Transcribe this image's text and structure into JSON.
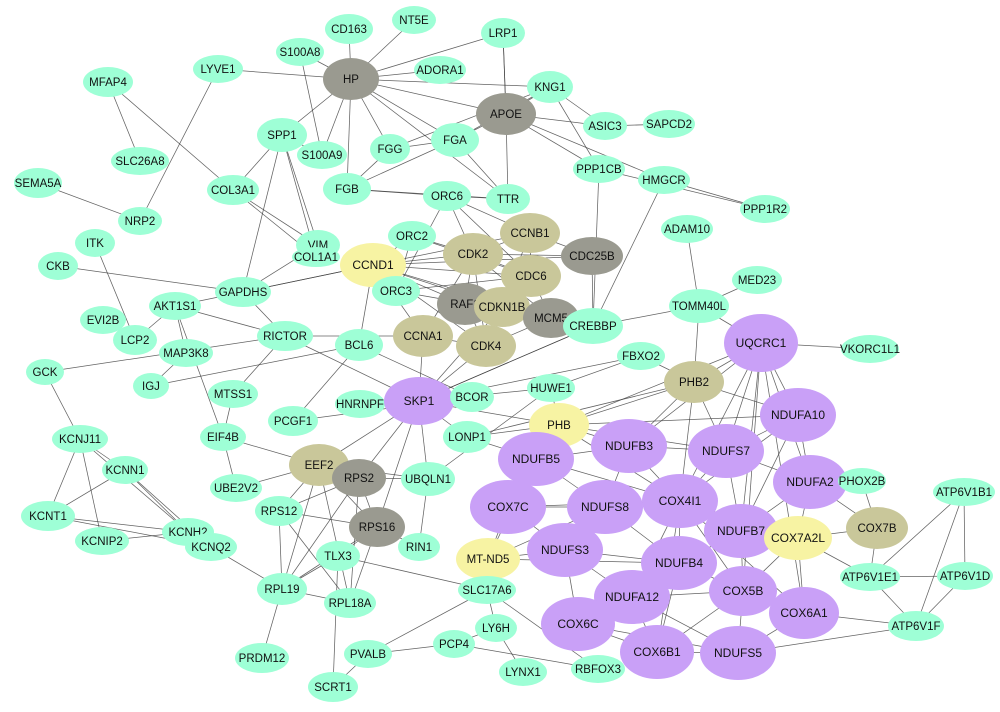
{
  "palette": {
    "cyan": "#9effd6",
    "gray": "#9a9a90",
    "tan": "#c9c79a",
    "yellow": "#f7f3a3",
    "purple": "#c9a0f7"
  },
  "nodes": [
    {
      "id": "CD163",
      "color": "cyan"
    },
    {
      "id": "NT5E",
      "color": "cyan"
    },
    {
      "id": "LRP1",
      "color": "cyan"
    },
    {
      "id": "S100A8",
      "color": "cyan"
    },
    {
      "id": "HP",
      "color": "gray"
    },
    {
      "id": "ADORA1",
      "color": "cyan"
    },
    {
      "id": "MFAP4",
      "color": "cyan"
    },
    {
      "id": "LYVE1",
      "color": "cyan"
    },
    {
      "id": "KNG1",
      "color": "cyan"
    },
    {
      "id": "APOE",
      "color": "gray"
    },
    {
      "id": "ASIC3",
      "color": "cyan"
    },
    {
      "id": "SAPCD2",
      "color": "cyan"
    },
    {
      "id": "SPP1",
      "color": "cyan"
    },
    {
      "id": "S100A9",
      "color": "cyan"
    },
    {
      "id": "FGG",
      "color": "cyan"
    },
    {
      "id": "FGA",
      "color": "cyan"
    },
    {
      "id": "SLC26A8",
      "color": "cyan"
    },
    {
      "id": "PPP1CB",
      "color": "cyan"
    },
    {
      "id": "HMGCR",
      "color": "cyan"
    },
    {
      "id": "SEMA5A",
      "color": "cyan"
    },
    {
      "id": "COL3A1",
      "color": "cyan"
    },
    {
      "id": "FGB",
      "color": "cyan"
    },
    {
      "id": "ORC6",
      "color": "cyan"
    },
    {
      "id": "TTR",
      "color": "cyan"
    },
    {
      "id": "NRP2",
      "color": "cyan"
    },
    {
      "id": "PPP1R2",
      "color": "cyan"
    },
    {
      "id": "CCNB1",
      "color": "tan"
    },
    {
      "id": "ORC2",
      "color": "cyan"
    },
    {
      "id": "ADAM10",
      "color": "cyan"
    },
    {
      "id": "ITK",
      "color": "cyan"
    },
    {
      "id": "VIM",
      "color": "cyan"
    },
    {
      "id": "COL1A1",
      "color": "cyan"
    },
    {
      "id": "CDK2",
      "color": "tan"
    },
    {
      "id": "CDC25B",
      "color": "gray"
    },
    {
      "id": "CKB",
      "color": "cyan"
    },
    {
      "id": "CCND1",
      "color": "yellow"
    },
    {
      "id": "CDC6",
      "color": "tan"
    },
    {
      "id": "MED23",
      "color": "cyan"
    },
    {
      "id": "GAPDHS",
      "color": "cyan"
    },
    {
      "id": "ORC3",
      "color": "cyan"
    },
    {
      "id": "AKT1S1",
      "color": "cyan"
    },
    {
      "id": "RAF1",
      "color": "gray"
    },
    {
      "id": "CDKN1B",
      "color": "tan"
    },
    {
      "id": "TOMM40L",
      "color": "cyan"
    },
    {
      "id": "EVI2B",
      "color": "cyan"
    },
    {
      "id": "MCM5",
      "color": "gray"
    },
    {
      "id": "CREBBP",
      "color": "cyan"
    },
    {
      "id": "LCP2",
      "color": "cyan"
    },
    {
      "id": "RICTOR",
      "color": "cyan"
    },
    {
      "id": "CCNA1",
      "color": "tan"
    },
    {
      "id": "UQCRC1",
      "color": "purple"
    },
    {
      "id": "MAP3K8",
      "color": "cyan"
    },
    {
      "id": "BCL6",
      "color": "cyan"
    },
    {
      "id": "CDK4",
      "color": "tan"
    },
    {
      "id": "VKORC1L1",
      "color": "cyan"
    },
    {
      "id": "FBXO2",
      "color": "cyan"
    },
    {
      "id": "GCK",
      "color": "cyan"
    },
    {
      "id": "IGJ",
      "color": "cyan"
    },
    {
      "id": "HUWE1",
      "color": "cyan"
    },
    {
      "id": "PHB2",
      "color": "tan"
    },
    {
      "id": "MTSS1",
      "color": "cyan"
    },
    {
      "id": "HNRNPF",
      "color": "cyan"
    },
    {
      "id": "SKP1",
      "color": "purple"
    },
    {
      "id": "BCOR",
      "color": "cyan"
    },
    {
      "id": "KCNJ11",
      "color": "cyan"
    },
    {
      "id": "NDUFA10",
      "color": "purple"
    },
    {
      "id": "PCGF1",
      "color": "cyan"
    },
    {
      "id": "PHB",
      "color": "yellow"
    },
    {
      "id": "LONP1",
      "color": "cyan"
    },
    {
      "id": "NDUFB3",
      "color": "purple"
    },
    {
      "id": "EIF4B",
      "color": "cyan"
    },
    {
      "id": "NDUFS7",
      "color": "purple"
    },
    {
      "id": "KCNN1",
      "color": "cyan"
    },
    {
      "id": "EEF2",
      "color": "tan"
    },
    {
      "id": "NDUFB5",
      "color": "purple"
    },
    {
      "id": "NDUFA2",
      "color": "purple"
    },
    {
      "id": "PHOX2B",
      "color": "cyan"
    },
    {
      "id": "RPS2",
      "color": "gray"
    },
    {
      "id": "UBQLN1",
      "color": "cyan"
    },
    {
      "id": "UBE2V2",
      "color": "cyan"
    },
    {
      "id": "ATP6V1B1",
      "color": "cyan"
    },
    {
      "id": "KCNT1",
      "color": "cyan"
    },
    {
      "id": "COX4I1",
      "color": "purple"
    },
    {
      "id": "COX7C",
      "color": "purple"
    },
    {
      "id": "NDUFS8",
      "color": "purple"
    },
    {
      "id": "RPS12",
      "color": "cyan"
    },
    {
      "id": "NDUFB7",
      "color": "purple"
    },
    {
      "id": "KCNH2",
      "color": "cyan"
    },
    {
      "id": "COX7B",
      "color": "tan"
    },
    {
      "id": "KCNIP2",
      "color": "cyan"
    },
    {
      "id": "RPS16",
      "color": "gray"
    },
    {
      "id": "COX7A2L",
      "color": "yellow"
    },
    {
      "id": "KCNQ2",
      "color": "cyan"
    },
    {
      "id": "NDUFS3",
      "color": "purple"
    },
    {
      "id": "RIN1",
      "color": "cyan"
    },
    {
      "id": "TLX3",
      "color": "cyan"
    },
    {
      "id": "MT-ND5",
      "color": "yellow"
    },
    {
      "id": "NDUFB4",
      "color": "purple"
    },
    {
      "id": "ATP6V1D",
      "color": "cyan"
    },
    {
      "id": "ATP6V1E1",
      "color": "cyan"
    },
    {
      "id": "RPL19",
      "color": "cyan"
    },
    {
      "id": "RPL18A",
      "color": "cyan"
    },
    {
      "id": "COX5B",
      "color": "purple"
    },
    {
      "id": "SLC17A6",
      "color": "cyan"
    },
    {
      "id": "NDUFA12",
      "color": "purple"
    },
    {
      "id": "COX6A1",
      "color": "purple"
    },
    {
      "id": "LY6H",
      "color": "cyan"
    },
    {
      "id": "COX6C",
      "color": "purple"
    },
    {
      "id": "ATP6V1F",
      "color": "cyan"
    },
    {
      "id": "PCP4",
      "color": "cyan"
    },
    {
      "id": "PRDM12",
      "color": "cyan"
    },
    {
      "id": "PVALB",
      "color": "cyan"
    },
    {
      "id": "COX6B1",
      "color": "purple"
    },
    {
      "id": "NDUFS5",
      "color": "purple"
    },
    {
      "id": "RBFOX3",
      "color": "cyan"
    },
    {
      "id": "SCRT1",
      "color": "cyan"
    },
    {
      "id": "LYNX1",
      "color": "cyan"
    }
  ],
  "edges": [
    [
      "CD163",
      "HP"
    ],
    [
      "NT5E",
      "HP"
    ],
    [
      "LRP1",
      "HP"
    ],
    [
      "LRP1",
      "APOE"
    ],
    [
      "S100A8",
      "HP"
    ],
    [
      "ADORA1",
      "HP"
    ],
    [
      "HP",
      "APOE"
    ],
    [
      "HP",
      "KNG1"
    ],
    [
      "HP",
      "FGA"
    ],
    [
      "HP",
      "FGG"
    ],
    [
      "HP",
      "FGB"
    ],
    [
      "HP",
      "S100A9"
    ],
    [
      "HP",
      "SPP1"
    ],
    [
      "HP",
      "TTR"
    ],
    [
      "HP",
      "LYVE1"
    ],
    [
      "APOE",
      "FGA"
    ],
    [
      "APOE",
      "KNG1"
    ],
    [
      "APOE",
      "TTR"
    ],
    [
      "APOE",
      "PPP1CB"
    ],
    [
      "APOE",
      "HMGCR"
    ],
    [
      "APOE",
      "ASIC3"
    ],
    [
      "APOE",
      "LRP1"
    ],
    [
      "KNG1",
      "FGA"
    ],
    [
      "KNG1",
      "FGG"
    ],
    [
      "KNG1",
      "ASIC3"
    ],
    [
      "KNG1",
      "PPP1CB"
    ],
    [
      "FGA",
      "FGB"
    ],
    [
      "FGA",
      "FGG"
    ],
    [
      "FGG",
      "FGB"
    ],
    [
      "FGA",
      "TTR"
    ],
    [
      "FGB",
      "TTR"
    ],
    [
      "SPP1",
      "VIM"
    ],
    [
      "SPP1",
      "COL3A1"
    ],
    [
      "SPP1",
      "COL1A1"
    ],
    [
      "SPP1",
      "GAPDHS"
    ],
    [
      "SPP1",
      "S100A9"
    ],
    [
      "S100A8",
      "S100A9"
    ],
    [
      "MFAP4",
      "SLC26A8"
    ],
    [
      "MFAP4",
      "COL3A1"
    ],
    [
      "LYVE1",
      "NRP2"
    ],
    [
      "SEMA5A",
      "NRP2"
    ],
    [
      "COL3A1",
      "COL1A1"
    ],
    [
      "COL3A1",
      "VIM"
    ],
    [
      "VIM",
      "COL1A1"
    ],
    [
      "VIM",
      "GAPDHS"
    ],
    [
      "HMGCR",
      "PPP1R2"
    ],
    [
      "PPP1CB",
      "PPP1R2"
    ],
    [
      "PPP1CB",
      "CREBBP"
    ],
    [
      "HMGCR",
      "CREBBP"
    ],
    [
      "ADAM10",
      "TOMM40L"
    ],
    [
      "TOMM40L",
      "MED23"
    ],
    [
      "TOMM40L",
      "PHB2"
    ],
    [
      "TOMM40L",
      "UQCRC1"
    ],
    [
      "TOMM40L",
      "CREBBP"
    ],
    [
      "CCND1",
      "CDK2"
    ],
    [
      "CCND1",
      "CDK4"
    ],
    [
      "CCND1",
      "CCNA1"
    ],
    [
      "CCND1",
      "RAF1"
    ],
    [
      "CCND1",
      "CDC6"
    ],
    [
      "CCND1",
      "CCNB1"
    ],
    [
      "CCND1",
      "MCM5"
    ],
    [
      "CCND1",
      "CDKN1B"
    ],
    [
      "CCND1",
      "ORC3"
    ],
    [
      "CCND1",
      "ORC2"
    ],
    [
      "CCND1",
      "BCL6"
    ],
    [
      "CCND1",
      "GAPDHS"
    ],
    [
      "CCND1",
      "CDC25B"
    ],
    [
      "CDK2",
      "CCNB1"
    ],
    [
      "CDK2",
      "CDC6"
    ],
    [
      "CDK2",
      "RAF1"
    ],
    [
      "CDK2",
      "CDC25B"
    ],
    [
      "CDK2",
      "MCM5"
    ],
    [
      "CDK2",
      "CCNA1"
    ],
    [
      "CDK2",
      "CDK4"
    ],
    [
      "CDK2",
      "ORC6"
    ],
    [
      "CDK2",
      "ORC2"
    ],
    [
      "CCNB1",
      "CDC25B"
    ],
    [
      "CCNB1",
      "CDC6"
    ],
    [
      "CCNB1",
      "CDK4"
    ],
    [
      "CCNB1",
      "ORC6"
    ],
    [
      "CDC6",
      "MCM5"
    ],
    [
      "CDC6",
      "ORC6"
    ],
    [
      "CDC6",
      "ORC2"
    ],
    [
      "CDC6",
      "ORC3"
    ],
    [
      "RAF1",
      "CDKN1B"
    ],
    [
      "RAF1",
      "CDK4"
    ],
    [
      "RAF1",
      "MCM5"
    ],
    [
      "CDKN1B",
      "CDK4"
    ],
    [
      "CDKN1B",
      "SKP1"
    ],
    [
      "MCM5",
      "CDK4"
    ],
    [
      "MCM5",
      "ORC3"
    ],
    [
      "CCNA1",
      "CDK4"
    ],
    [
      "CCNA1",
      "SKP1"
    ],
    [
      "CCNA1",
      "RICTOR"
    ],
    [
      "CDK4",
      "SKP1"
    ],
    [
      "CDC25B",
      "CREBBP"
    ],
    [
      "ORC2",
      "ORC3"
    ],
    [
      "ORC6",
      "ORC3"
    ],
    [
      "AKT1S1",
      "RICTOR"
    ],
    [
      "AKT1S1",
      "GAPDHS"
    ],
    [
      "AKT1S1",
      "LCP2"
    ],
    [
      "AKT1S1",
      "MAP3K8"
    ],
    [
      "AKT1S1",
      "EIF4B"
    ],
    [
      "ITK",
      "LCP2"
    ],
    [
      "EVI2B",
      "LCP2"
    ],
    [
      "CKB",
      "GAPDHS"
    ],
    [
      "GCK",
      "RICTOR"
    ],
    [
      "IGJ",
      "BCL6"
    ],
    [
      "BCL6",
      "BCOR"
    ],
    [
      "BCL6",
      "PCGF1"
    ],
    [
      "BCOR",
      "PCGF1"
    ],
    [
      "BCOR",
      "SKP1"
    ],
    [
      "MTSS1",
      "RICTOR"
    ],
    [
      "MTSS1",
      "EIF4B"
    ],
    [
      "RICTOR",
      "SKP1"
    ],
    [
      "SKP1",
      "HUWE1"
    ],
    [
      "SKP1",
      "FBXO2"
    ],
    [
      "SKP1",
      "UBQLN1"
    ],
    [
      "SKP1",
      "EEF2"
    ],
    [
      "SKP1",
      "RPS2"
    ],
    [
      "SKP1",
      "RPS16"
    ],
    [
      "SKP1",
      "LONP1"
    ],
    [
      "SKP1",
      "HNRNPF"
    ],
    [
      "SKP1",
      "PHB"
    ],
    [
      "SKP1",
      "CREBBP"
    ],
    [
      "HUWE1",
      "FBXO2"
    ],
    [
      "HUWE1",
      "UBQLN1"
    ],
    [
      "HUWE1",
      "PHB"
    ],
    [
      "LONP1",
      "PHB"
    ],
    [
      "LONP1",
      "PHB2"
    ],
    [
      "LONP1",
      "NDUFB5"
    ],
    [
      "PHB",
      "PHB2"
    ],
    [
      "PHB",
      "NDUFB3"
    ],
    [
      "PHB",
      "NDUFS7"
    ],
    [
      "PHB",
      "COX4I1"
    ],
    [
      "PHB",
      "UQCRC1"
    ],
    [
      "PHB",
      "NDUFA10"
    ],
    [
      "PHB2",
      "UQCRC1"
    ],
    [
      "PHB2",
      "NDUFA10"
    ],
    [
      "PHB2",
      "NDUFS7"
    ],
    [
      "PHB2",
      "NDUFB3"
    ],
    [
      "PHB2",
      "COX4I1"
    ],
    [
      "EEF2",
      "RPS2"
    ],
    [
      "EEF2",
      "RPS16"
    ],
    [
      "EEF2",
      "RPS12"
    ],
    [
      "EEF2",
      "RPL19"
    ],
    [
      "EEF2",
      "UBE2V2"
    ],
    [
      "EEF2",
      "EIF4B"
    ],
    [
      "EEF2",
      "RPL18A"
    ],
    [
      "EEF2",
      "UBQLN1"
    ],
    [
      "RPS2",
      "RPS16"
    ],
    [
      "RPS2",
      "RPS12"
    ],
    [
      "RPS2",
      "RPL19"
    ],
    [
      "RPS2",
      "RPL18A"
    ],
    [
      "RPS2",
      "UBQLN1"
    ],
    [
      "RPS16",
      "RPS12"
    ],
    [
      "RPS16",
      "RPL19"
    ],
    [
      "RPS16",
      "RPL18A"
    ],
    [
      "RPS16",
      "RIN1"
    ],
    [
      "RPS16",
      "TLX3"
    ],
    [
      "RPS12",
      "RPL19"
    ],
    [
      "RPS12",
      "RPL18A"
    ],
    [
      "RPL19",
      "RPL18A"
    ],
    [
      "RPL19",
      "TLX3"
    ],
    [
      "RPL19",
      "PRDM12"
    ],
    [
      "TLX3",
      "SLC17A6"
    ],
    [
      "TLX3",
      "SCRT1"
    ],
    [
      "SLC17A6",
      "PVALB"
    ],
    [
      "SLC17A6",
      "LY6H"
    ],
    [
      "SLC17A6",
      "RBFOX3"
    ],
    [
      "PVALB",
      "PCP4"
    ],
    [
      "PVALB",
      "SCRT1"
    ],
    [
      "PCP4",
      "LY6H"
    ],
    [
      "LY6H",
      "LYNX1"
    ],
    [
      "PCP4",
      "RBFOX3"
    ],
    [
      "KCNJ11",
      "KCNN1"
    ],
    [
      "KCNJ11",
      "KCNT1"
    ],
    [
      "KCNJ11",
      "KCNH2"
    ],
    [
      "KCNJ11",
      "KCNIP2"
    ],
    [
      "KCNJ11",
      "GCK"
    ],
    [
      "KCNN1",
      "KCNH2"
    ],
    [
      "KCNN1",
      "KCNQ2"
    ],
    [
      "KCNN1",
      "KCNT1"
    ],
    [
      "KCNT1",
      "KCNH2"
    ],
    [
      "KCNT1",
      "KCNQ2"
    ],
    [
      "KCNIP2",
      "KCNH2"
    ],
    [
      "KCNH2",
      "KCNQ2"
    ],
    [
      "KCNQ2",
      "RPL19"
    ],
    [
      "MT-ND5",
      "NDUFS3"
    ],
    [
      "MT-ND5",
      "NDUFB5"
    ],
    [
      "MT-ND5",
      "COX7C"
    ],
    [
      "MT-ND5",
      "NDUFS8"
    ],
    [
      "MT-ND5",
      "NDUFB4"
    ],
    [
      "UQCRC1",
      "NDUFA10"
    ],
    [
      "UQCRC1",
      "NDUFS7"
    ],
    [
      "UQCRC1",
      "COX4I1"
    ],
    [
      "UQCRC1",
      "NDUFB7"
    ],
    [
      "UQCRC1",
      "NDUFA2"
    ],
    [
      "UQCRC1",
      "COX5B"
    ],
    [
      "UQCRC1",
      "NDUFB3"
    ],
    [
      "UQCRC1",
      "COX6A1"
    ],
    [
      "NDUFA10",
      "NDUFS7"
    ],
    [
      "NDUFA10",
      "NDUFA2"
    ],
    [
      "NDUFA10",
      "NDUFB7"
    ],
    [
      "NDUFA10",
      "COX4I1"
    ],
    [
      "NDUFB3",
      "NDUFS7"
    ],
    [
      "NDUFB3",
      "NDUFB5"
    ],
    [
      "NDUFB3",
      "NDUFS8"
    ],
    [
      "NDUFB3",
      "COX4I1"
    ],
    [
      "NDUFS7",
      "NDUFA2"
    ],
    [
      "NDUFS7",
      "COX4I1"
    ],
    [
      "NDUFS7",
      "NDUFB7"
    ],
    [
      "NDUFB5",
      "COX7C"
    ],
    [
      "NDUFB5",
      "NDUFS8"
    ],
    [
      "NDUFB5",
      "COX4I1"
    ],
    [
      "NDUFA2",
      "NDUFB7"
    ],
    [
      "NDUFA2",
      "COX7A2L"
    ],
    [
      "NDUFA2",
      "COX7B"
    ],
    [
      "COX7C",
      "NDUFS8"
    ],
    [
      "COX7C",
      "NDUFS3"
    ],
    [
      "COX7C",
      "COX4I1"
    ],
    [
      "NDUFS8",
      "COX4I1"
    ],
    [
      "NDUFS8",
      "NDUFS3"
    ],
    [
      "NDUFS8",
      "NDUFB4"
    ],
    [
      "COX4I1",
      "NDUFB7"
    ],
    [
      "COX4I1",
      "NDUFB4"
    ],
    [
      "COX4I1",
      "COX7A2L"
    ],
    [
      "COX4I1",
      "COX5B"
    ],
    [
      "COX4I1",
      "COX6A1"
    ],
    [
      "COX4I1",
      "COX6B1"
    ],
    [
      "COX4I1",
      "NDUFA12"
    ],
    [
      "NDUFB7",
      "COX7A2L"
    ],
    [
      "NDUFB7",
      "COX5B"
    ],
    [
      "NDUFB7",
      "NDUFB4"
    ],
    [
      "COX7A2L",
      "COX7B"
    ],
    [
      "COX7A2L",
      "COX5B"
    ],
    [
      "COX7A2L",
      "COX6A1"
    ],
    [
      "COX7A2L",
      "ATP6V1E1"
    ],
    [
      "COX7B",
      "PHOX2B"
    ],
    [
      "COX7B",
      "ATP6V1E1"
    ],
    [
      "NDUFS3",
      "NDUFB4"
    ],
    [
      "NDUFS3",
      "NDUFA12"
    ],
    [
      "NDUFS3",
      "COX6C"
    ],
    [
      "NDUFB4",
      "NDUFA12"
    ],
    [
      "NDUFB4",
      "COX5B"
    ],
    [
      "NDUFB4",
      "COX6C"
    ],
    [
      "NDUFB4",
      "COX6B1"
    ],
    [
      "NDUFA12",
      "COX6C"
    ],
    [
      "NDUFA12",
      "COX6B1"
    ],
    [
      "NDUFA12",
      "NDUFS5"
    ],
    [
      "NDUFA12",
      "COX5B"
    ],
    [
      "COX5B",
      "COX6A1"
    ],
    [
      "COX5B",
      "NDUFS5"
    ],
    [
      "COX5B",
      "COX6B1"
    ],
    [
      "COX6A1",
      "NDUFS5"
    ],
    [
      "COX6A1",
      "ATP6V1F"
    ],
    [
      "COX6C",
      "COX6B1"
    ],
    [
      "COX6C",
      "NDUFS5"
    ],
    [
      "COX6B1",
      "NDUFS5"
    ],
    [
      "ATP6V1B1",
      "ATP6V1E1"
    ],
    [
      "ATP6V1B1",
      "ATP6V1D"
    ],
    [
      "ATP6V1B1",
      "ATP6V1F"
    ],
    [
      "ATP6V1E1",
      "ATP6V1D"
    ],
    [
      "ATP6V1E1",
      "ATP6V1F"
    ],
    [
      "ATP6V1D",
      "ATP6V1F"
    ],
    [
      "ATP6V1F",
      "NDUFS5"
    ],
    [
      "VKORC1L1",
      "UQCRC1"
    ],
    [
      "FBXO2",
      "PHB2"
    ],
    [
      "CREBBP",
      "SKP1"
    ],
    [
      "GAPDHS",
      "RICTOR"
    ],
    [
      "GAPDHS",
      "CCND1"
    ],
    [
      "MAP3K8",
      "IGJ"
    ],
    [
      "EIF4B",
      "UBE2V2"
    ],
    [
      "UBQLN1",
      "RIN1"
    ],
    [
      "SAPCD2",
      "ASIC3"
    ],
    [
      "TTR",
      "ORC6"
    ],
    [
      "FGB",
      "ORC6"
    ]
  ]
}
